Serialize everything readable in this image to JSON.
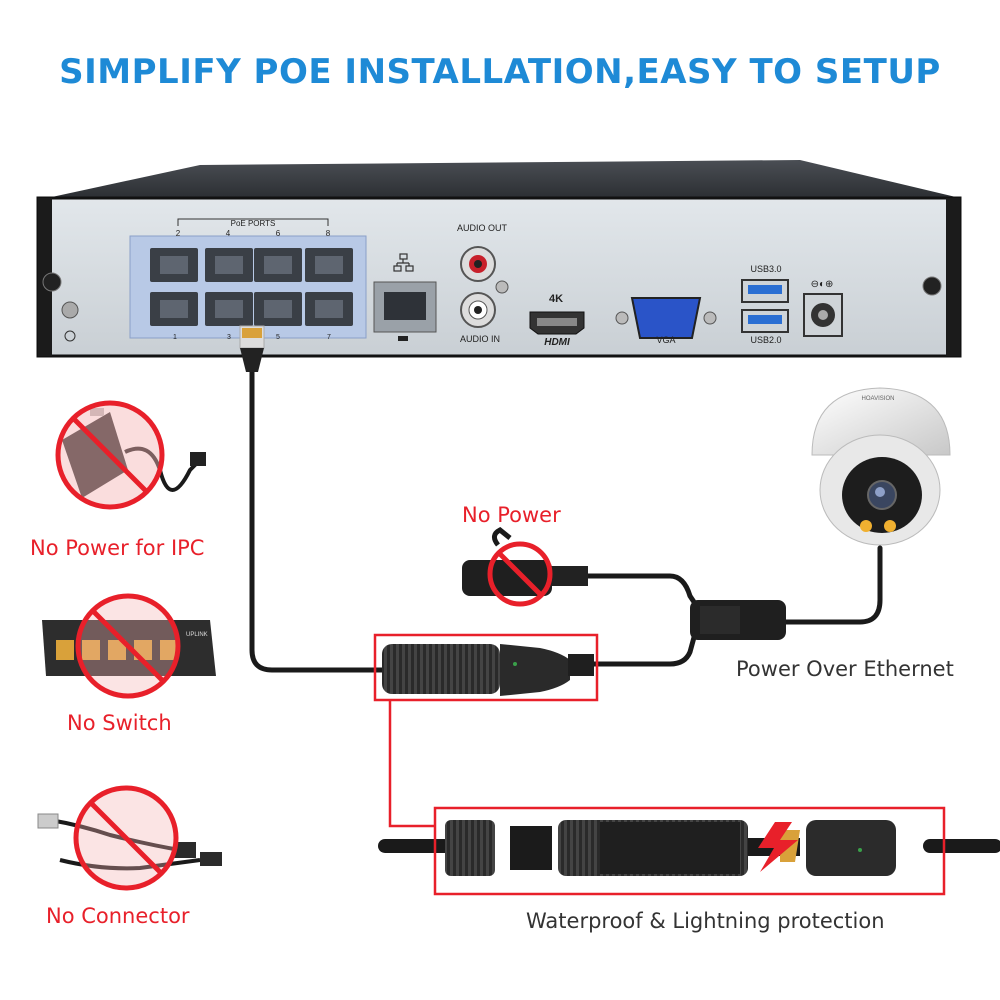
{
  "headline": "SIMPLIFY POE INSTALLATION,EASY TO SETUP",
  "nvr": {
    "poe_ports_label": "PoE PORTS",
    "port_top_numbers": [
      "2",
      "4",
      "6",
      "8"
    ],
    "port_bottom_numbers": [
      "1",
      "3",
      "5",
      "7"
    ],
    "audio_out_label": "AUDIO OUT",
    "audio_in_label": "AUDIO IN",
    "hdmi_4k_label": "4K",
    "hdmi_label": "HDMI",
    "vga_label": "VGA",
    "usb3_label": "USB3.0",
    "usb2_label": "USB2.0"
  },
  "no_items": [
    {
      "label": "No Power for IPC",
      "icon": "power-adapter-icon"
    },
    {
      "label": "No Switch",
      "icon": "network-switch-icon"
    },
    {
      "label": "No Connector",
      "icon": "poe-splitter-icon"
    }
  ],
  "switch_uplink_label": "UPLINK",
  "no_power_label": "No Power",
  "poe_label": "Power Over Ethernet",
  "waterproof_label": "Waterproof & Lightning protection",
  "camera_brand": "HOAVISION",
  "colors": {
    "headline": "#1e8ad6",
    "warning_red": "#e8202a",
    "nvr_panel": "#d4dadf",
    "poe_highlight": "#b8c9e6",
    "cable": "#1a1a1a"
  }
}
